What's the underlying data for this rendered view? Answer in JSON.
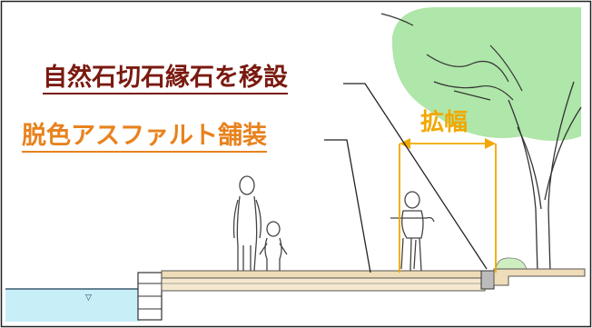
{
  "labels": {
    "curb": "自然石切石縁石を移設",
    "asphalt": "脱色アスファルト舗装",
    "widen": "拡幅"
  },
  "colors": {
    "curb_label": "#7a1a10",
    "asphalt_label": "#e8821e",
    "widen_label": "#f2a800",
    "tree_canopy": "#a6e3a0",
    "water": "#c8eef8",
    "pavement": "#efdcb8"
  }
}
